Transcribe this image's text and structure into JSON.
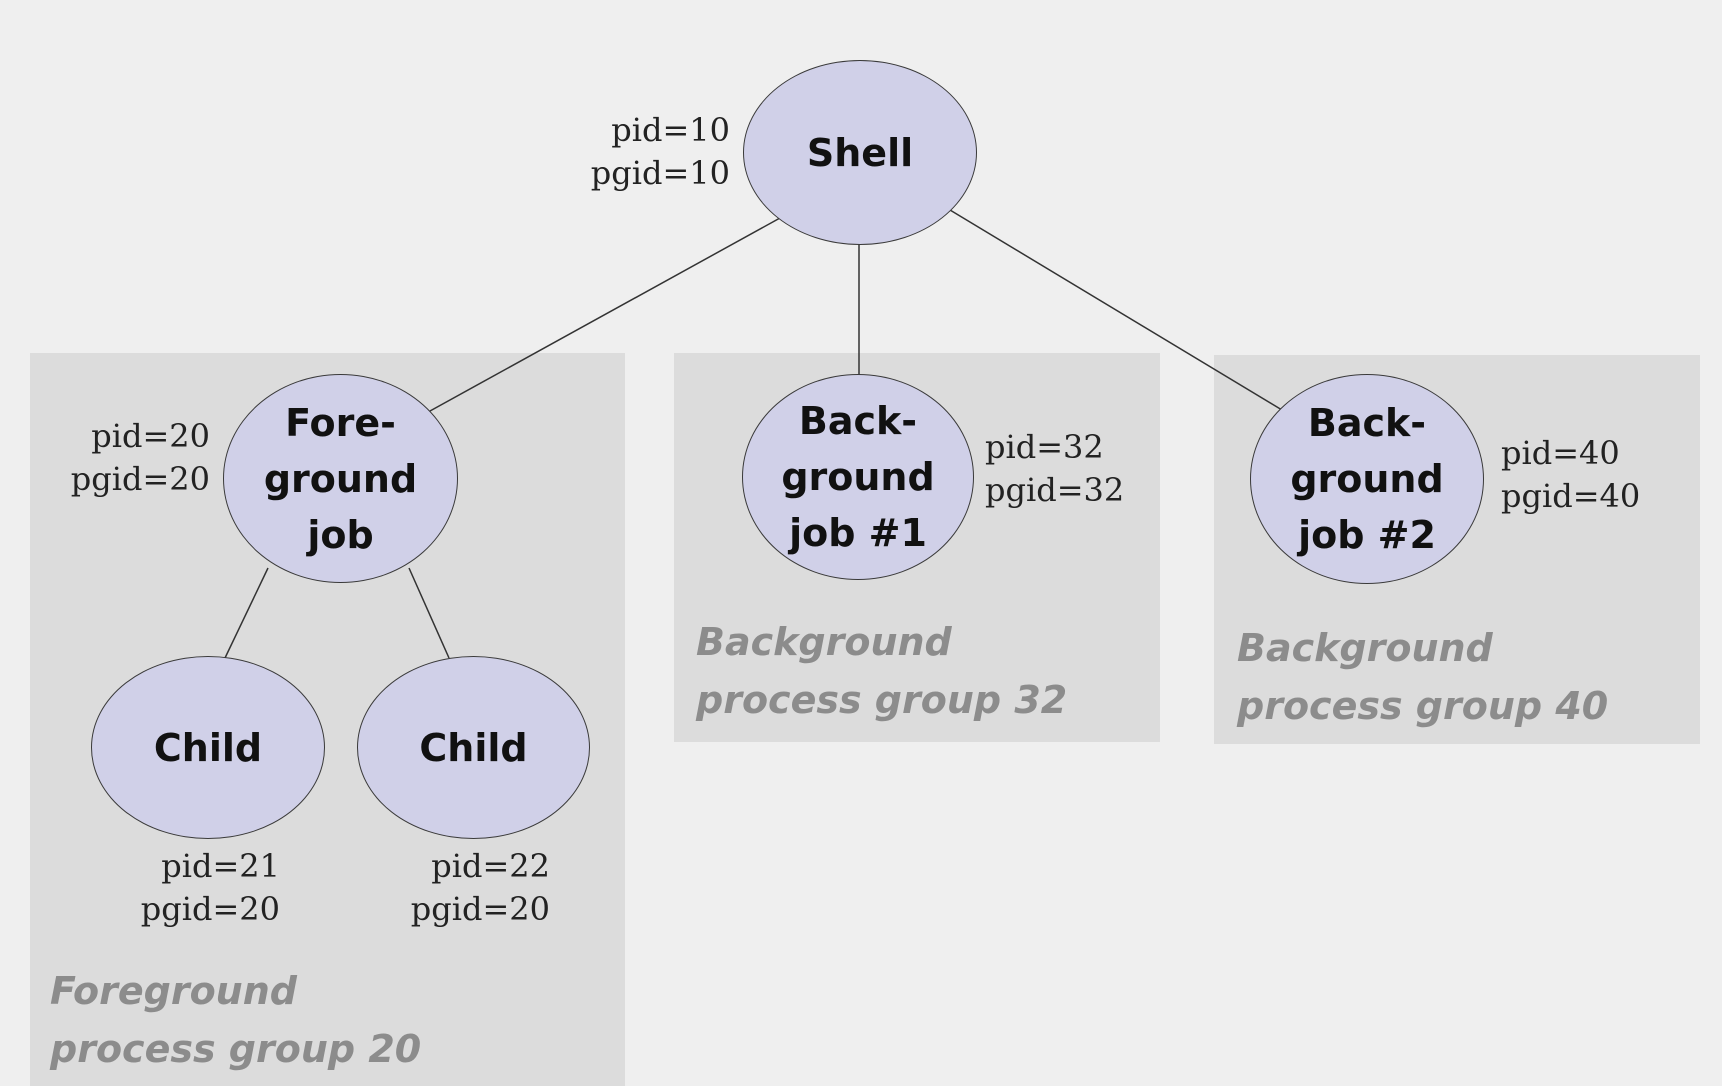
{
  "nodes": {
    "shell": {
      "label": "Shell",
      "pid": "pid=10",
      "pgid": "pgid=10"
    },
    "foreground_job": {
      "label": "Fore-\nground\njob",
      "pid": "pid=20",
      "pgid": "pgid=20"
    },
    "child_1": {
      "label": "Child",
      "pid": "pid=21",
      "pgid": "pgid=20"
    },
    "child_2": {
      "label": "Child",
      "pid": "pid=22",
      "pgid": "pgid=20"
    },
    "background_job_1": {
      "label": "Back-\nground\njob #1",
      "pid": "pid=32",
      "pgid": "pgid=32"
    },
    "background_job_2": {
      "label": "Back-\nground\njob #2",
      "pid": "pid=40",
      "pgid": "pgid=40"
    }
  },
  "groups": {
    "foreground": {
      "line1": "Foreground",
      "line2": "process group 20"
    },
    "background_32": {
      "line1": "Background",
      "line2": "process group 32"
    },
    "background_40": {
      "line1": "Background",
      "line2": "process group 40"
    }
  },
  "colors": {
    "background": "#efefef",
    "group_box": "#dcdcdc",
    "node_fill": "#d0d0e8",
    "group_label": "#8c8c8c"
  }
}
